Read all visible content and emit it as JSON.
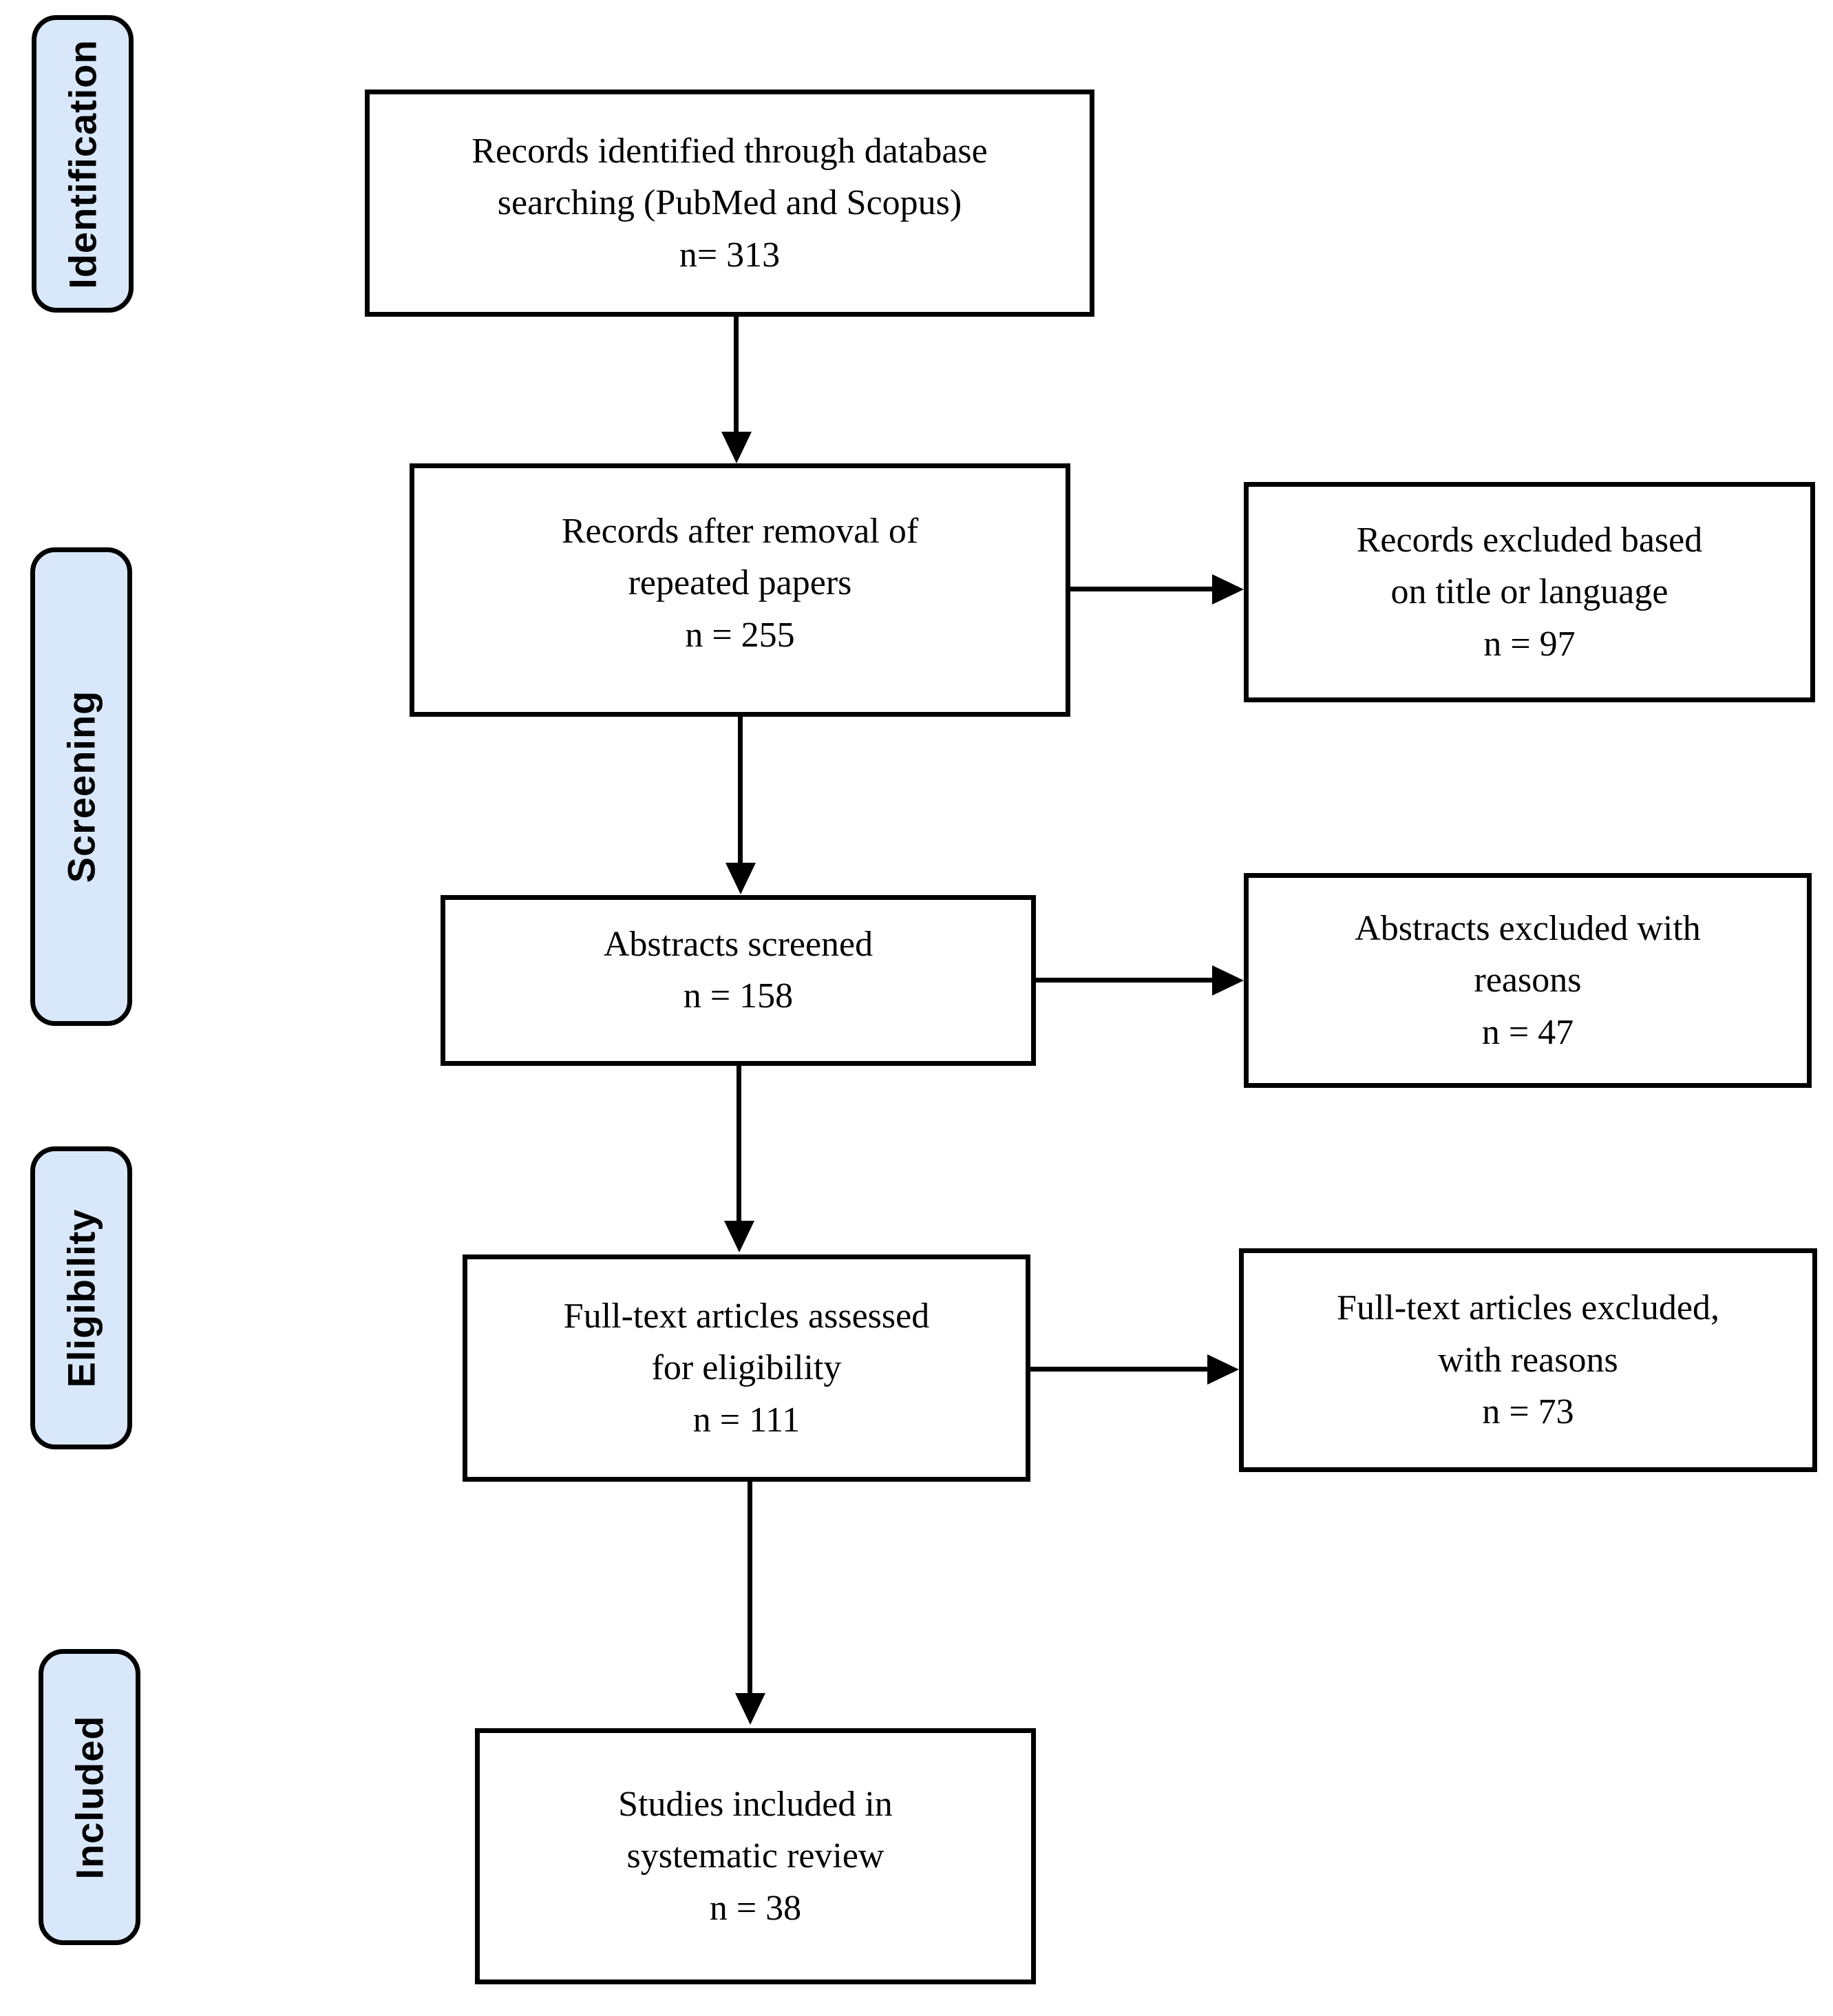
{
  "colors": {
    "stage_fill": "#D8E8FA",
    "line": "#000000",
    "box_bg": "#FFFFFF"
  },
  "stages": [
    {
      "label": "Identification"
    },
    {
      "label": "Screening"
    },
    {
      "label": "Eligibility"
    },
    {
      "label": "Included"
    }
  ],
  "boxes": [
    {
      "id": "records-identified",
      "lines": [
        "Records identified through database",
        "searching (PubMed and Scopus)",
        "n= 313"
      ]
    },
    {
      "id": "records-after-removal",
      "lines": [
        "Records after removal of",
        "repeated papers",
        "n = 255"
      ]
    },
    {
      "id": "records-excluded",
      "lines": [
        "Records excluded based",
        "on title or language",
        "n = 97"
      ]
    },
    {
      "id": "abstracts-screened",
      "lines": [
        "Abstracts screened",
        "n = 158"
      ]
    },
    {
      "id": "abstracts-excluded",
      "lines": [
        "Abstracts excluded with",
        "reasons",
        "n = 47"
      ]
    },
    {
      "id": "fulltext-assessed",
      "lines": [
        "Full-text articles assessed",
        "for eligibility",
        "n = 111"
      ]
    },
    {
      "id": "fulltext-excluded",
      "lines": [
        "Full-text articles excluded,",
        "with reasons",
        "n = 73"
      ]
    },
    {
      "id": "studies-included",
      "lines": [
        "Studies included in",
        "systematic review",
        "n = 38"
      ]
    }
  ]
}
